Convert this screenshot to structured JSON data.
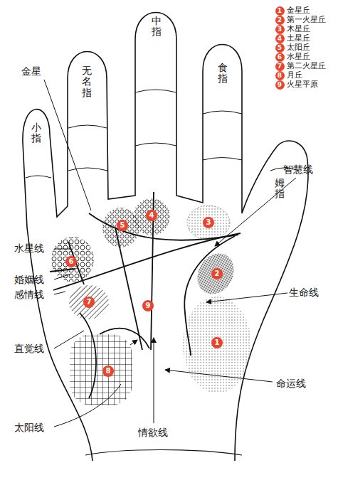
{
  "diagram": {
    "labels": [
      "小指",
      "无名指",
      "中指",
      "食指",
      "姆指",
      "金星",
      "智慧线",
      "水星线",
      "婚姻线",
      "感情线",
      "直觉线",
      "太阳线",
      "情欲线",
      "命运线",
      "生命线",
      "1",
      "2",
      "3",
      "4",
      "5",
      "6",
      "7",
      "8",
      "9",
      "1",
      "金星丘",
      "2",
      "第一火星丘",
      "3",
      "木星丘",
      "4",
      "土星丘",
      "5",
      "太阳丘",
      "6",
      "水星丘",
      "7",
      "第二火星丘",
      "8",
      "月丘",
      "9",
      "火星平原"
    ]
  }
}
